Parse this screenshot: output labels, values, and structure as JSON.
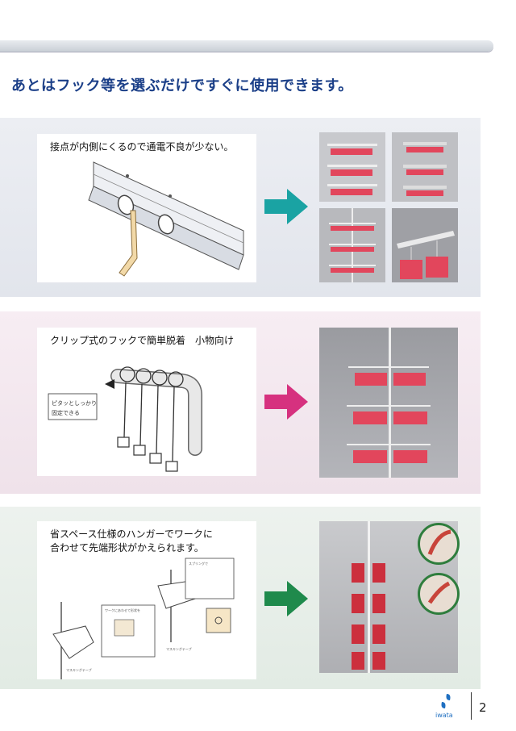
{
  "headline": "あとはフック等を選ぶだけですぐに使用できます。",
  "sections": [
    {
      "caption_lines": [
        "接点が内側にくるので通電不良が少ない。"
      ],
      "arrow_color": "#1aa3a3"
    },
    {
      "caption_lines": [
        "クリップ式のフックで簡単脱着　小物向け"
      ],
      "arrow_color": "#d6317f",
      "callout": [
        "ピタッとしっかり",
        "固定できる"
      ]
    },
    {
      "caption_lines": [
        "省スペース仕様のハンガーでワークに",
        "合わせて先端形状がかえられます。"
      ],
      "arrow_color": "#1f8a4c"
    }
  ],
  "page_number": "2",
  "brand": "iwata"
}
